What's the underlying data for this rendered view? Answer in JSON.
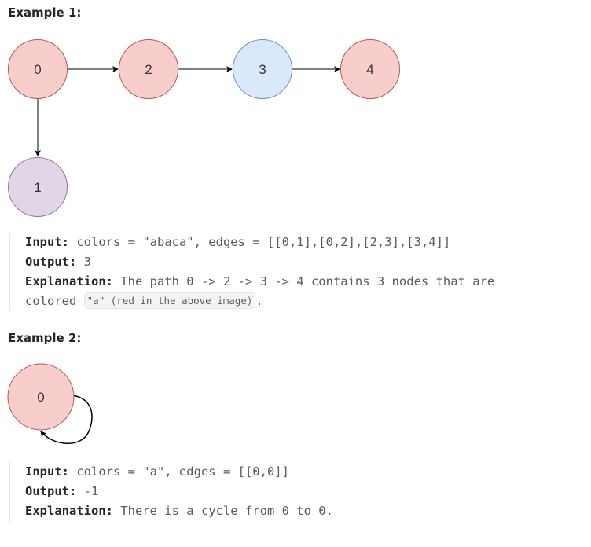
{
  "example1": {
    "heading": "Example 1:",
    "nodes": [
      {
        "label": "0",
        "color": "red"
      },
      {
        "label": "2",
        "color": "red"
      },
      {
        "label": "3",
        "color": "blue"
      },
      {
        "label": "4",
        "color": "red"
      },
      {
        "label": "1",
        "color": "purple"
      }
    ],
    "edges": [
      [
        "0",
        "2"
      ],
      [
        "2",
        "3"
      ],
      [
        "3",
        "4"
      ],
      [
        "0",
        "1"
      ]
    ],
    "input_label": "Input:",
    "input_text": " colors = \"abaca\", edges = [[0,1],[0,2],[2,3],[3,4]]",
    "output_label": "Output:",
    "output_text": " 3",
    "explanation_label": "Explanation:",
    "explanation_text_1": " The path 0 -> 2 -> 3 -> 4 contains 3 nodes that are",
    "explanation_text_2a": "colored ",
    "explanation_code": "\"a\" (red in the above image)",
    "explanation_text_2b": "."
  },
  "example2": {
    "heading": "Example 2:",
    "nodes": [
      {
        "label": "0",
        "color": "red"
      }
    ],
    "edges": [
      [
        "0",
        "0"
      ]
    ],
    "input_label": "Input:",
    "input_text": " colors = \"a\", edges = [[0,0]]",
    "output_label": "Output:",
    "output_text": " -1",
    "explanation_label": "Explanation:",
    "explanation_text": " There is a cycle from 0 to 0."
  },
  "colors": {
    "red_fill": "#f8cecc",
    "red_stroke": "#b85450",
    "blue_fill": "#dae8fc",
    "blue_stroke": "#6c8ebf",
    "purple_fill": "#e1d5e7",
    "purple_stroke": "#9673a6",
    "edge": "#000000"
  }
}
